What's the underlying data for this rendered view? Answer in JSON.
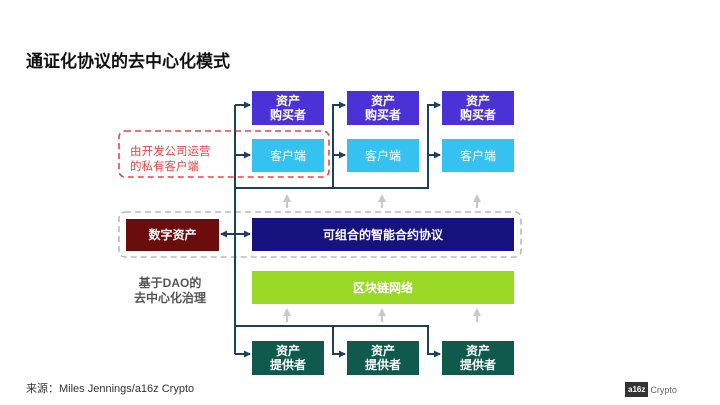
{
  "title": "通证化协议的去中心化模式",
  "buyers": [
    "资产\n购买者",
    "资产\n购买者",
    "资产\n购买者"
  ],
  "clients": [
    "客户端",
    "客户端",
    "客户端"
  ],
  "suppliers": [
    "资产\n提供者",
    "资产\n提供者",
    "资产\n提供者"
  ],
  "digital_asset": "数字资产",
  "protocol": "可组合的智能合约协议",
  "blockchain": "区块链网络",
  "note_private": "由开发公司运营\n的私有客户端",
  "note_dao": "基于DAO的\n去中心化治理",
  "source": "来源：Miles Jennings/a16z Crypto",
  "logo": {
    "mark": "a16z",
    "text": "Crypto"
  },
  "colors": {
    "buyer": "#4b32d6",
    "client": "#36c2f0",
    "supplier": "#0f5a4c",
    "digital_asset": "#6b0d0d",
    "protocol": "#17137e",
    "blockchain": "#99d926",
    "note_red": "#e84545"
  }
}
